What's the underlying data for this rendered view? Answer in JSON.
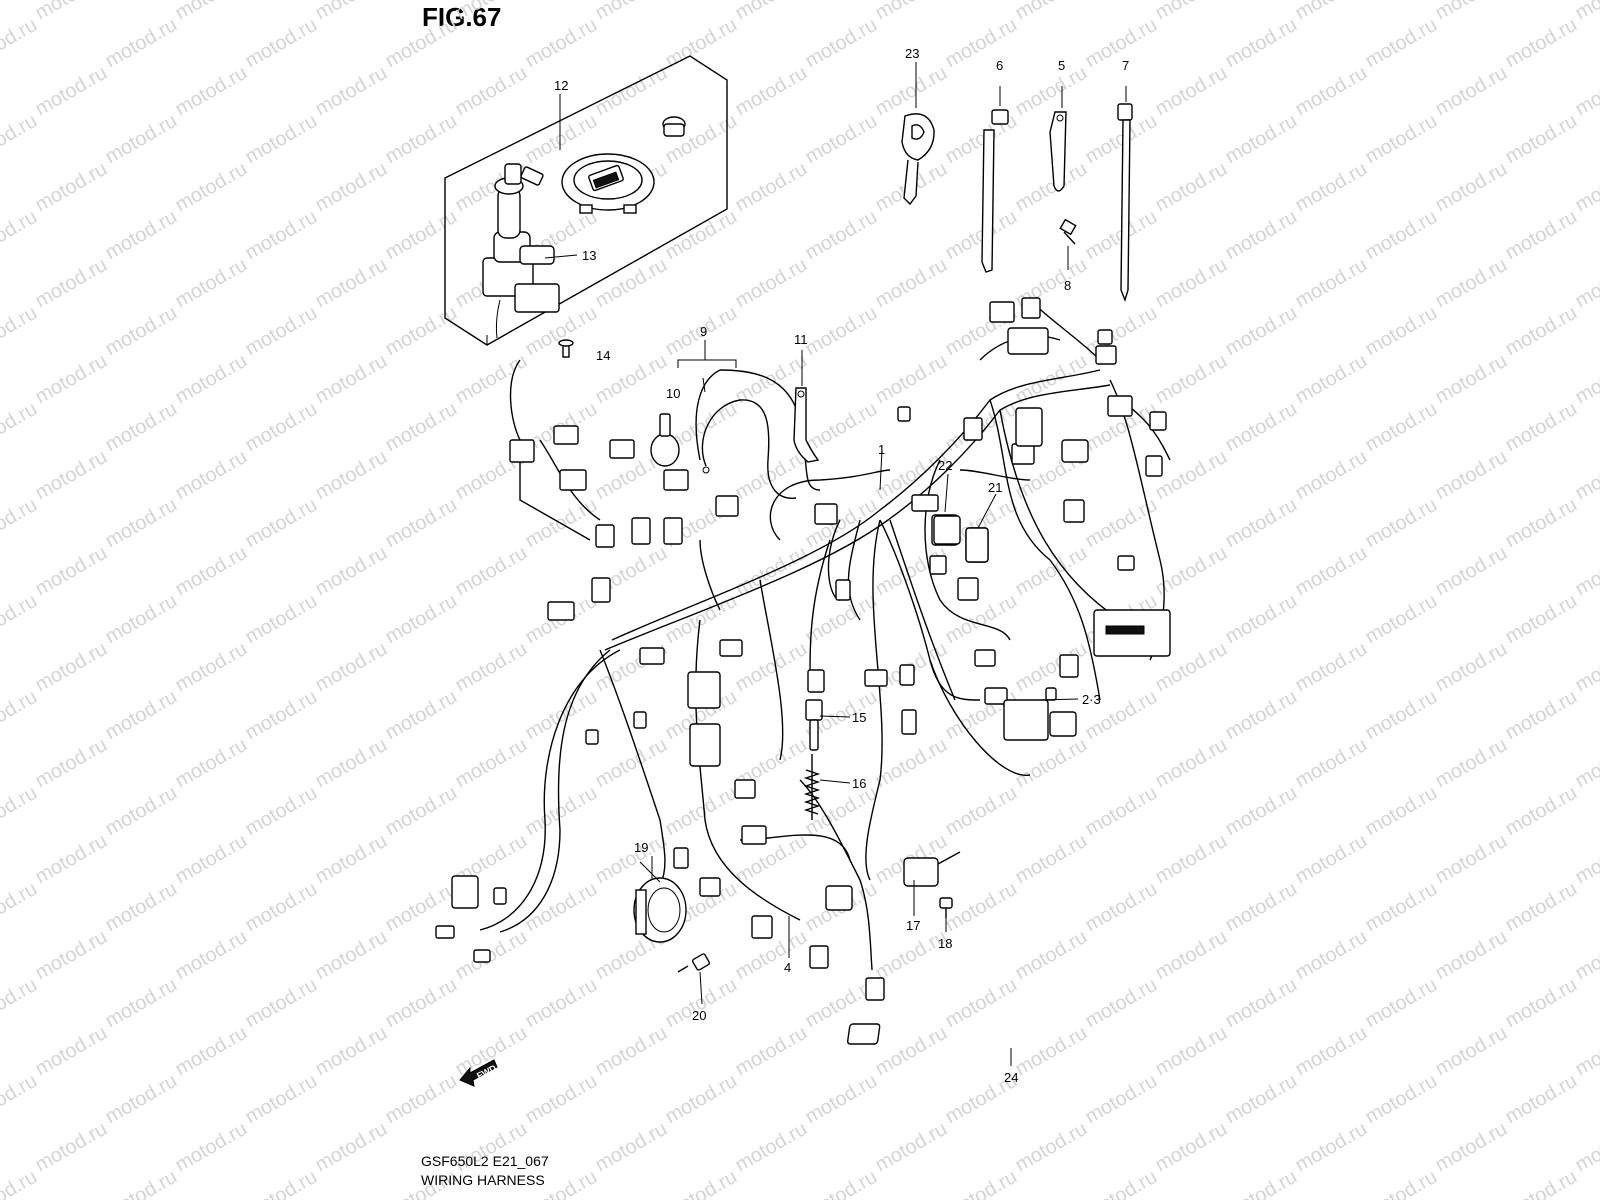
{
  "figure": {
    "title": "FIG.67",
    "model_code": "GSF650L2 E21_067",
    "name": "WIRING HARNESS"
  },
  "watermark": {
    "text": "motod.ru",
    "color": "#d4d4d4"
  },
  "fwd_label": "FWD",
  "callouts": [
    {
      "id": "c1",
      "label": "1"
    },
    {
      "id": "c23",
      "label": "2·3"
    },
    {
      "id": "c4",
      "label": "4"
    },
    {
      "id": "c5",
      "label": "5"
    },
    {
      "id": "c6",
      "label": "6"
    },
    {
      "id": "c7",
      "label": "7"
    },
    {
      "id": "c8",
      "label": "8"
    },
    {
      "id": "c9",
      "label": "9"
    },
    {
      "id": "c10",
      "label": "10"
    },
    {
      "id": "c11",
      "label": "11"
    },
    {
      "id": "c12",
      "label": "12"
    },
    {
      "id": "c13",
      "label": "13"
    },
    {
      "id": "c14",
      "label": "14"
    },
    {
      "id": "c15",
      "label": "15"
    },
    {
      "id": "c16",
      "label": "16"
    },
    {
      "id": "c17",
      "label": "17"
    },
    {
      "id": "c18",
      "label": "18"
    },
    {
      "id": "c19",
      "label": "19"
    },
    {
      "id": "c20",
      "label": "20"
    },
    {
      "id": "c21",
      "label": "21"
    },
    {
      "id": "c22",
      "label": "22"
    },
    {
      "id": "c23n",
      "label": "23"
    },
    {
      "id": "c24",
      "label": "24"
    }
  ]
}
